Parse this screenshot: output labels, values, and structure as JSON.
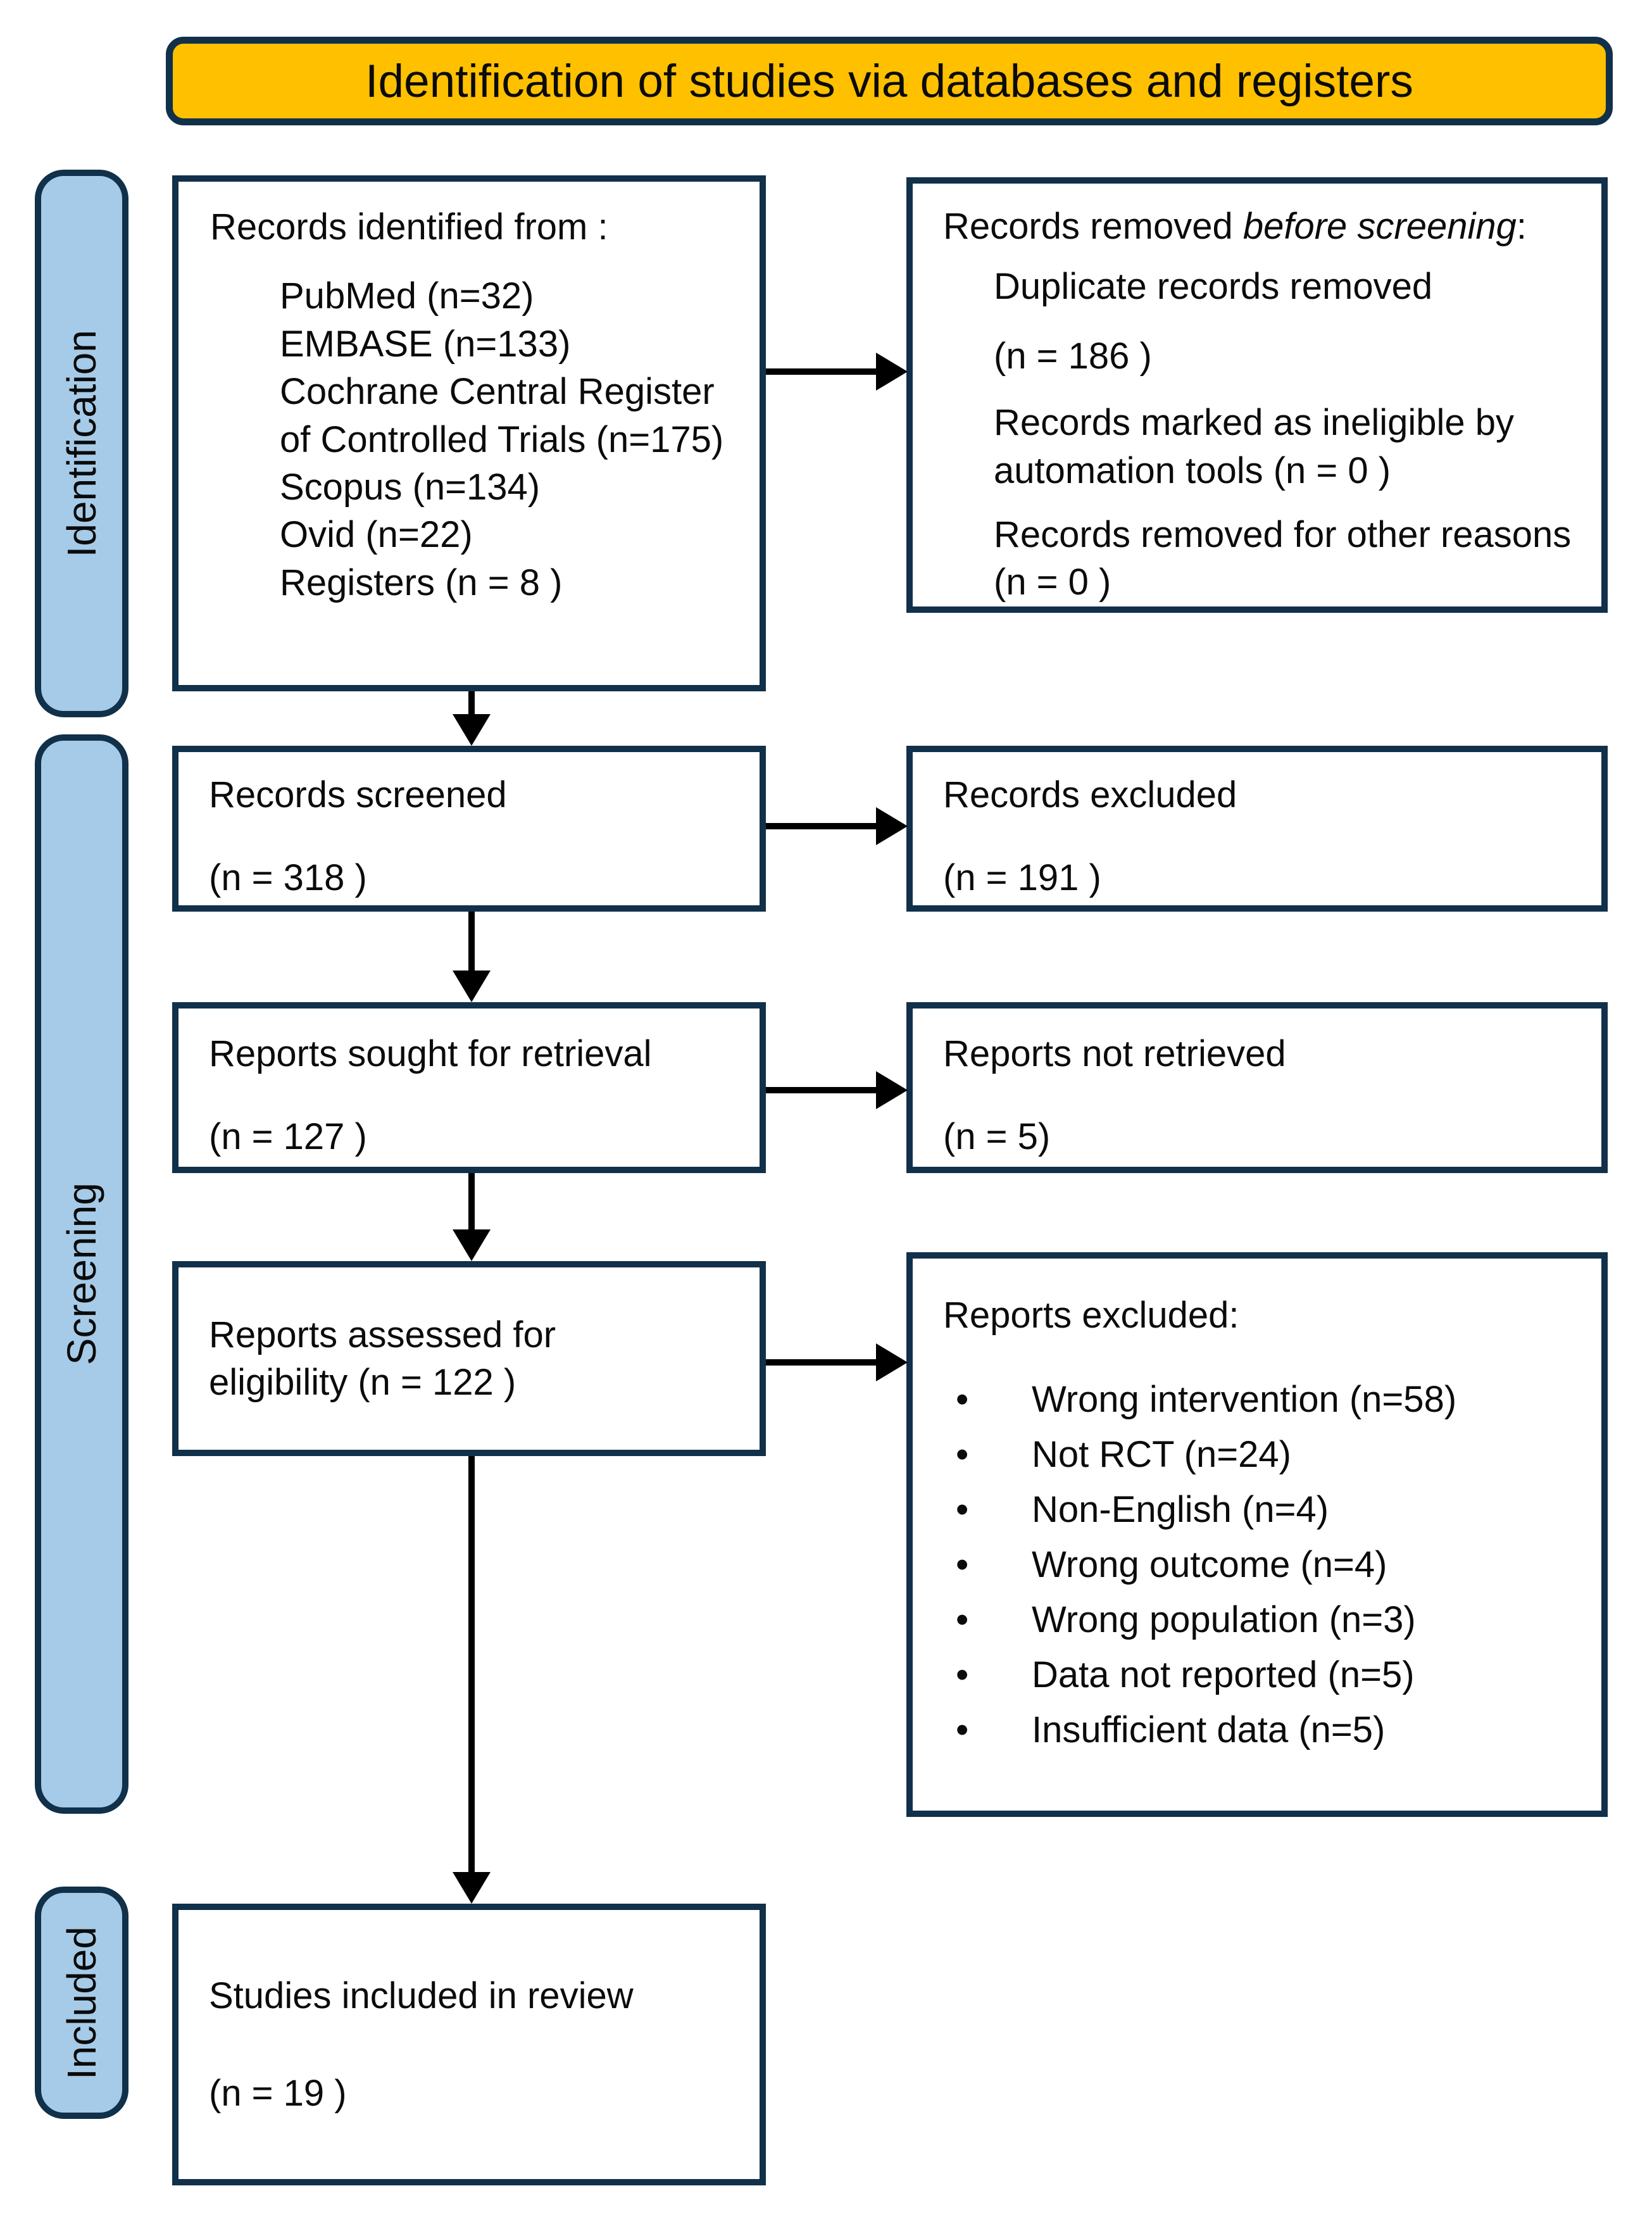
{
  "colors": {
    "header_fill": "#FFC000",
    "stage_fill": "#A6CBE8",
    "border": "#11304A",
    "arrow": "#000000",
    "text": "#0B0B0B"
  },
  "header": {
    "title": "Identification of studies via databases and registers"
  },
  "stages": [
    {
      "label": "Identification"
    },
    {
      "label": "Screening"
    },
    {
      "label": "Included"
    }
  ],
  "boxes": {
    "records_identified": {
      "title": "Records identified from :",
      "items": [
        "PubMed (n=32)",
        "EMBASE (n=133)",
        "Cochrane Central Register of Controlled Trials (n=175)",
        "Scopus (n=134)",
        "Ovid (n=22)",
        "Registers (n = 8 )"
      ]
    },
    "records_removed": {
      "title_regular": "Records removed ",
      "title_italic": "before screening",
      "title_colon": ":",
      "duplicate_label": "Duplicate records removed",
      "duplicate_count": "(n = 186 )",
      "ineligible_label": "Records marked as ineligible by automation tools (n = 0 )",
      "other_label": "Records removed for other reasons (n = 0 )"
    },
    "records_screened": {
      "label": "Records screened",
      "count": "(n = 318 )"
    },
    "records_excluded": {
      "label": "Records excluded",
      "count": "(n = 191 )"
    },
    "reports_sought": {
      "label": "Reports sought for retrieval",
      "count": "(n = 127 )"
    },
    "reports_not_retrieved": {
      "label": "Reports not retrieved",
      "count": "(n = 5)"
    },
    "reports_assessed": {
      "label": "Reports assessed for eligibility (n = 122 )"
    },
    "reports_excluded": {
      "title": "Reports excluded:",
      "bullet": "•",
      "items": [
        "Wrong intervention (n=58)",
        "Not RCT (n=24)",
        "Non-English (n=4)",
        "Wrong outcome (n=4)",
        "Wrong population (n=3)",
        "Data not reported (n=5)",
        "Insufficient data (n=5)"
      ]
    },
    "studies_included": {
      "label": "Studies included in review",
      "count": "(n = 19 )"
    }
  }
}
